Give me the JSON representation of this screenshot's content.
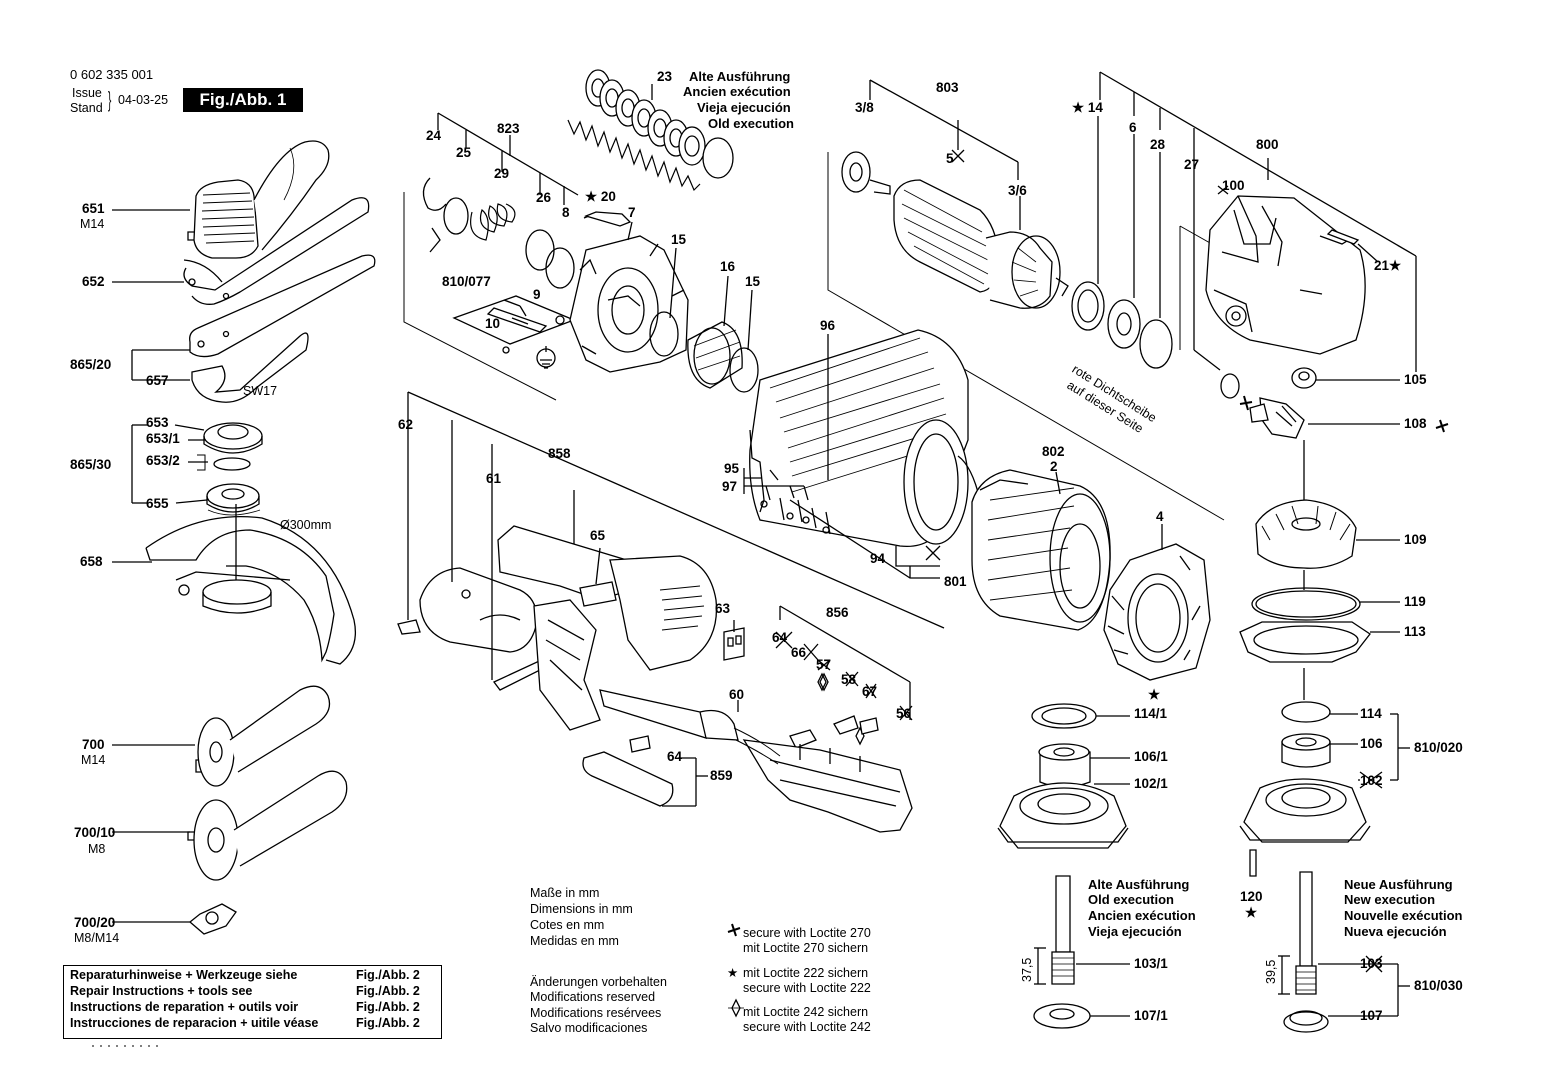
{
  "header": {
    "part_number": "0 602 335 001",
    "issue_label_1": "Issue",
    "issue_label_2": "Stand",
    "issue_date": "04-03-25",
    "figure_badge": "Fig./Abb. 1"
  },
  "old_execution_top": [
    "Alte Ausführung",
    "Ancien exécution",
    "Vieja ejecución",
    "Old execution"
  ],
  "group_right_old": [
    "Alte Ausführung",
    "Old execution",
    "Ancien exécution",
    "Vieja ejecución"
  ],
  "group_right_new": [
    "Neue Ausführung",
    "New execution",
    "Nouvelle exécution",
    "Nueva ejecución"
  ],
  "red_washer_note": [
    "rote Dichtscheibe",
    "auf dieser Seite"
  ],
  "dimensions_note": [
    "Maße in mm",
    "Dimensions in mm",
    "Cotes en mm",
    "Medidas en mm"
  ],
  "changes_note": [
    "Änderungen vorbehalten",
    "Modifications reserved",
    "Modifications resérvees",
    "Salvo modificaciones"
  ],
  "loctite_notes": {
    "l270": [
      "secure with Loctite 270",
      "mit Loctite 270 sichern"
    ],
    "l222": [
      "mit Loctite 222 sichern",
      "secure with Loctite 222"
    ],
    "l242": [
      "mit Loctite 242 sichern",
      "secure with Loctite 242"
    ]
  },
  "repair_box": {
    "rows": [
      {
        "text": "Reparaturhinweise + Werkzeuge siehe",
        "fig": "Fig./Abb. 2"
      },
      {
        "text": "Repair Instructions + tools see",
        "fig": "Fig./Abb. 2"
      },
      {
        "text": "Instructions de reparation + outils voir",
        "fig": "Fig./Abb. 2"
      },
      {
        "text": "Instrucciones de reparacion + uitile véase",
        "fig": "Fig./Abb. 2"
      }
    ]
  },
  "left_labels": {
    "p651": "651",
    "p651_sub": "M14",
    "p652": "652",
    "p865_20": "865/20",
    "p657": "657",
    "sw17": "SW17",
    "p653": "653",
    "p653_1": "653/1",
    "p653_2": "653/2",
    "p865_30": "865/30",
    "p655": "655",
    "p658": "658",
    "dia300": "Ø300mm",
    "p700": "700",
    "p700_sub": "M14",
    "p700_10": "700/10",
    "p700_10_sub": "M8",
    "p700_20": "700/20",
    "p700_20_sub": "M8/M14"
  },
  "center_labels": {
    "p23": "23",
    "p24": "24",
    "p823": "823",
    "p25": "25",
    "p26": "26",
    "p29": "29",
    "p8": "8",
    "p20": "★ 20",
    "p7": "7",
    "p810_077": "810/077",
    "p9": "9",
    "p10": "10",
    "p15a": "15",
    "p16": "16",
    "p15b": "15",
    "p96": "96",
    "p95": "95",
    "p97": "97",
    "p94": "94",
    "p801": "801",
    "p802": "802",
    "p2": "2",
    "p4": "4",
    "p62": "62",
    "p61": "61",
    "p858": "858",
    "p65": "65",
    "p63": "63",
    "p856": "856",
    "p64a": "64",
    "p66": "66",
    "p57": "57",
    "p58": "58",
    "p67": "67",
    "p56": "56",
    "p60": "60",
    "p64b": "64",
    "p859": "859"
  },
  "upper_right_labels": {
    "p3_8": "3/8",
    "p803": "803",
    "p5": "5",
    "p3_6": "3/6",
    "p14": "★ 14",
    "p6": "6",
    "p28": "28",
    "p27": "27",
    "p800": "800",
    "p100": "100",
    "p21": "21★",
    "p105": "105",
    "p108": "108"
  },
  "lower_right_labels": {
    "p109": "109",
    "p119": "119",
    "p113": "113",
    "p114": "114",
    "p106": "106",
    "p102": "102",
    "p810_020": "810/020",
    "p120": "120",
    "p103": "103",
    "p107": "107",
    "p810_030": "810/030",
    "d39_5": "39,5",
    "p114_1": "114/1",
    "p106_1": "106/1",
    "p102_1": "102/1",
    "p103_1": "103/1",
    "p107_1": "107/1",
    "d37_5": "37,5",
    "star": "★"
  }
}
